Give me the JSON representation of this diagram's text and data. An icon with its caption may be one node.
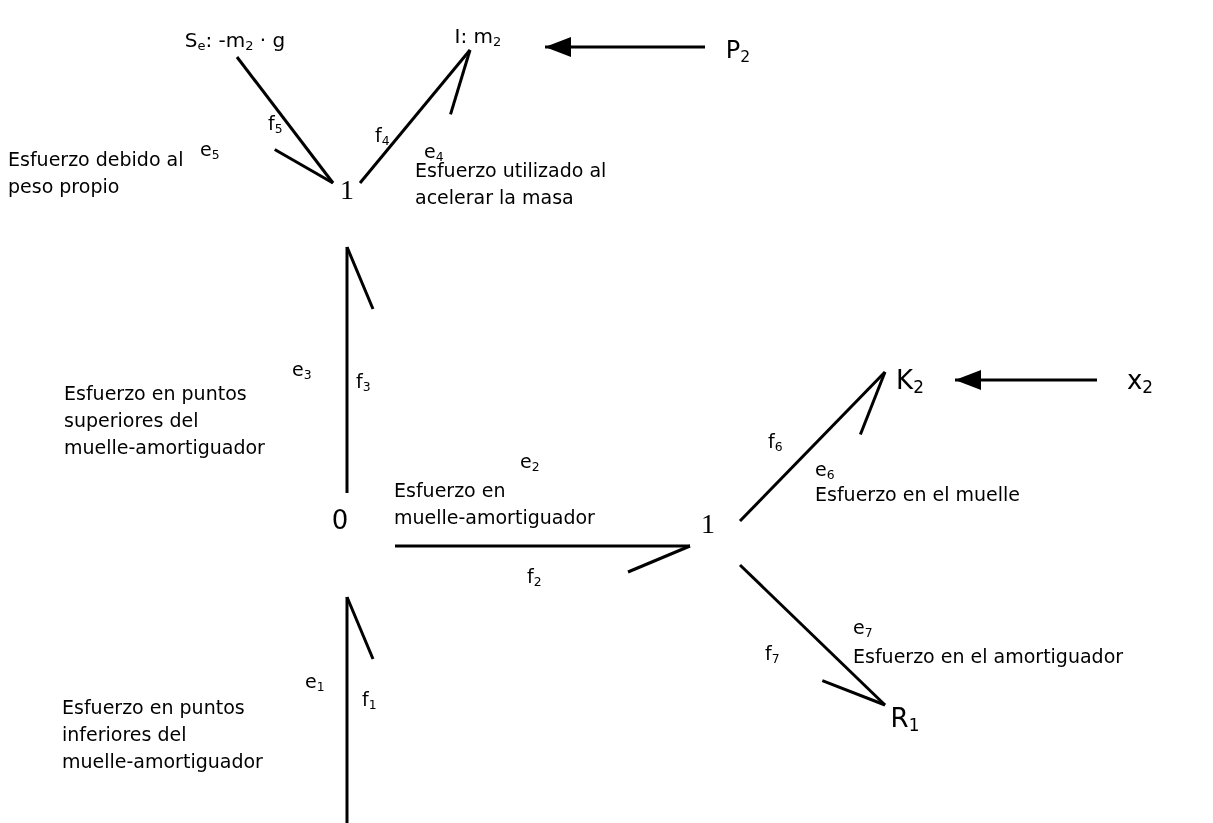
{
  "diagram": {
    "nodes": [
      {
        "text": [
          "S$_{e}$: -m$_{2}$ · g"
        ]
      },
      {
        "text": [
          "I: m$_{2}$"
        ]
      },
      {
        "text": [
          "P$_{2}$"
        ]
      },
      {
        "text": [
          "1"
        ]
      },
      {
        "text": [
          "K$_{2}$"
        ]
      },
      {
        "text": [
          "x$_{2}$"
        ]
      },
      {
        "text": [
          "0"
        ]
      },
      {
        "text": [
          "1"
        ]
      },
      {
        "text": [
          "R$_{1}$"
        ]
      }
    ],
    "edges": [
      {
        "from": 0,
        "to": 3,
        "arrow": "other"
      },
      {
        "from": 3,
        "to": 1,
        "arrow": "other"
      },
      {
        "from": 2,
        "to": 1,
        "arrow": "to"
      },
      {
        "from": 6,
        "to": 3,
        "arrow": "other"
      },
      {
        "from": 6,
        "to": 7,
        "arrow": "other"
      },
      {
        "from": null,
        "to": 6,
        "arrow": "other"
      },
      {
        "from": 7,
        "to": 4,
        "arrow": "other"
      },
      {
        "from": 5,
        "to": 4,
        "arrow": "to"
      },
      {
        "from": 7,
        "to": 8,
        "arrow": "other"
      }
    ],
    "labels": [
      "f$_{5}$",
      "e$_{5}$",
      "Esfuerzo debido al peso propio",
      "f$_{4}$",
      "e$_{4}$",
      "Esfuerzo utilizado al acelerar la masa",
      "e$_{3}$",
      "f$_{3}$",
      "Esfuerzo en puntos superiores del muelle-amortiguador",
      "f$_{6}$",
      "e$_{6}$",
      "Esfuerzo en el muelle",
      "e$_{2}$",
      "Esfuerzo en muelle-amortiguador",
      "f$_{2}$",
      "e$_{7}$",
      "f$_{7}$",
      "Esfuerzo en el amortiguador",
      "e$_{1}$",
      "f$_{1}$",
      "Esfuerzo en puntos inferiores del muelle-amortiguador"
    ]
  }
}
